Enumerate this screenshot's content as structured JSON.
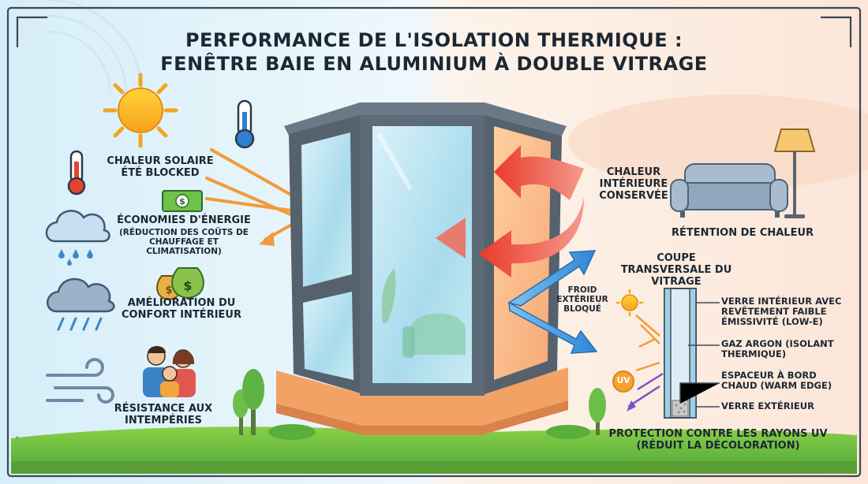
{
  "title": {
    "line1": "Performance de l'Isolation Thermique :",
    "line2": "Fenêtre Baie en Aluminium à Double Vitrage"
  },
  "left_benefits": [
    {
      "text": "Chaleur Solaire Été Blocked",
      "icon": "thermometer-hot-icon"
    },
    {
      "title": "Économies d'Énergie",
      "subtitle": "(Réduction des Coûts de Chauffage et Climatisation)",
      "icon": "dollar-bill-icon"
    },
    {
      "text": "Amélioration du Confort Intérieur",
      "icon": "money-bags-icon"
    },
    {
      "text": "Résistance aux Intempéries",
      "icon": "family-icon"
    }
  ],
  "weather_icons": [
    "sun-icon",
    "thermometer-icon",
    "rain-cloud-icon",
    "storm-cloud-icon",
    "wind-icon"
  ],
  "center_labels": {
    "interior_heat": "Chaleur Intérieure Conservée",
    "cold_blocked": "Froid Extérieur Bloqué"
  },
  "right_panel": {
    "heat_retention": "Rétention de Chaleur",
    "cross_section_title": "Coupe Transversale du Vitrage",
    "layers": [
      "Verre Intérieur avec Revêtement Faible Émissivité (Low-E)",
      "Gaz Argon (Isolant Thermique)",
      "Espaceur à Bord Chaud (Warm Edge)",
      "Verre Extérieur"
    ],
    "uv_badge": "UV",
    "uv_protection": "Protection Contre les Rayons UV (Réduit la Décoloration)"
  },
  "colors": {
    "sky_left": "#dff1fa",
    "warm_right": "#fbe7da",
    "frame": "#5a6672",
    "glass": "#bfe3ef",
    "arrow_red": "#ef4a35",
    "arrow_blue": "#3b8fd9",
    "arrow_orange": "#f29b3a",
    "grass": "#6fbf3f"
  }
}
